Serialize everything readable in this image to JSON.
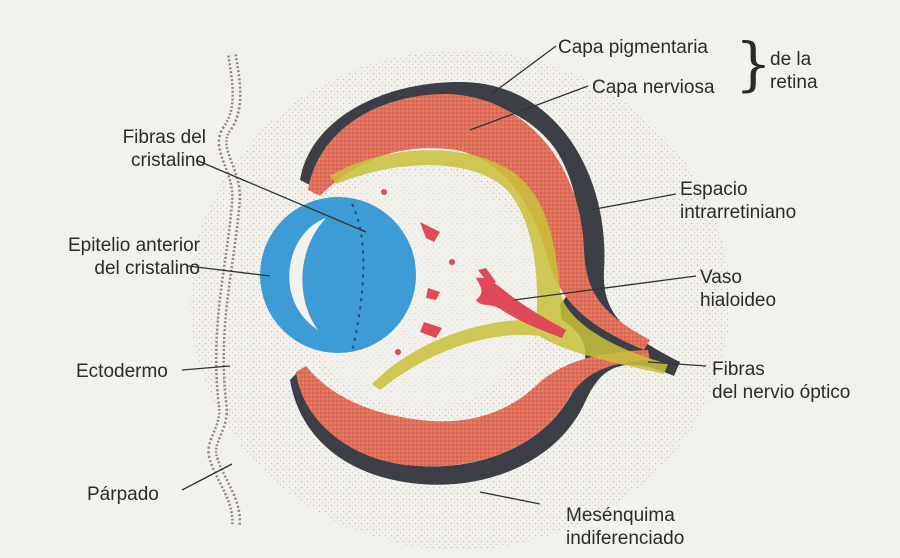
{
  "labels": {
    "fibras_cristalino": [
      "Fibras del",
      "cristalino"
    ],
    "epitelio_anterior": [
      "Epitelio anterior",
      "del cristalino"
    ],
    "ectodermo": "Ectodermo",
    "parpado": "Párpado",
    "capa_pigmentaria": "Capa pigmentaria",
    "capa_nerviosa": "Capa nerviosa",
    "de_la_retina": [
      "de la",
      "retina"
    ],
    "espacio_intrarretiniano": [
      "Espacio",
      "intrarretiniano"
    ],
    "vaso_hialoideo": [
      "Vaso",
      "hialoideo"
    ],
    "fibras_nervio_optico": [
      "Fibras",
      "del nervio óptico"
    ],
    "mesenquima": [
      "Mesénquima",
      "indiferenciado"
    ]
  },
  "colors": {
    "background": "#f3f1ec",
    "retina_nervous": "#e0705a",
    "pigment_layer": "#3c4046",
    "lens": "#3d9bd6",
    "nerve_fibers": "#c9c13a",
    "hyaloid_vessel": "#e04a58"
  }
}
